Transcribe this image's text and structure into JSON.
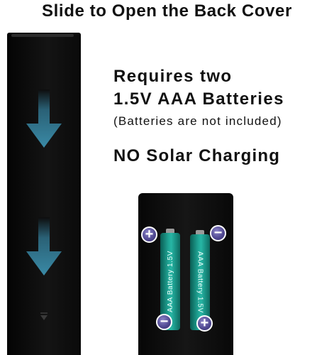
{
  "headline": "Slide to Open the Back Cover",
  "requirements": {
    "line1": "Requires two",
    "line2": "1.5V AAA Batteries",
    "note": "(Batteries are not included)"
  },
  "solar": "NO Solar Charging",
  "batteries": [
    {
      "label": "AAA Battery 1.5V"
    },
    {
      "label": "AAA Battery 1.5V"
    }
  ],
  "polarity": {
    "top_left": "+",
    "top_right": "−",
    "bottom_left": "−",
    "bottom_right": "+"
  },
  "icons": [
    "down-arrow-icon",
    "down-arrow-icon",
    "slide-notch-icon",
    "plus-terminal-icon",
    "minus-terminal-icon"
  ],
  "colors": {
    "remote": "#0d0d0d",
    "arrow": "#2f7d96",
    "battery": "#1fa393",
    "terminal": "#4e468f"
  }
}
